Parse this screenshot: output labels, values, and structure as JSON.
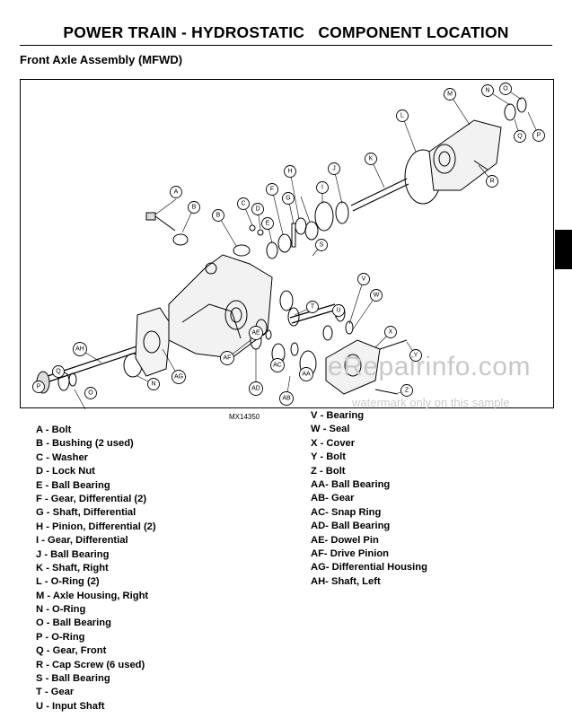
{
  "header": {
    "title": "POWER TRAIN - HYDROSTATIC   COMPONENT LOCATION",
    "subtitle": "Front Axle Assembly (MFWD)"
  },
  "figure": {
    "id": "MX14350",
    "callouts": [
      {
        "label": "A"
      },
      {
        "label": "B"
      },
      {
        "label": "B"
      },
      {
        "label": "C"
      },
      {
        "label": "D"
      },
      {
        "label": "E"
      },
      {
        "label": "F"
      },
      {
        "label": "G"
      },
      {
        "label": "H"
      },
      {
        "label": "I"
      },
      {
        "label": "J"
      },
      {
        "label": "K"
      },
      {
        "label": "L"
      },
      {
        "label": "M"
      },
      {
        "label": "N"
      },
      {
        "label": "O"
      },
      {
        "label": "P"
      },
      {
        "label": "Q"
      },
      {
        "label": "R"
      },
      {
        "label": "S"
      },
      {
        "label": "T"
      },
      {
        "label": "U"
      },
      {
        "label": "V"
      },
      {
        "label": "W"
      },
      {
        "label": "X"
      },
      {
        "label": "Y"
      },
      {
        "label": "Z"
      },
      {
        "label": "AA"
      },
      {
        "label": "AB"
      },
      {
        "label": "AC"
      },
      {
        "label": "AD"
      },
      {
        "label": "AE"
      },
      {
        "label": "AF"
      },
      {
        "label": "AG"
      },
      {
        "label": "AH"
      },
      {
        "label": "Q"
      },
      {
        "label": "P"
      },
      {
        "label": "O"
      },
      {
        "label": "N"
      }
    ]
  },
  "legend": {
    "left": [
      "A - Bolt",
      "B - Bushing (2 used)",
      "C - Washer",
      "D - Lock Nut",
      "E - Ball Bearing",
      "F - Gear, Differential (2)",
      "G - Shaft, Differential",
      "H - Pinion, Differential (2)",
      "I  - Gear, Differential",
      "J - Ball Bearing",
      "K - Shaft, Right",
      "L - O-Ring (2)",
      "M - Axle Housing, Right",
      "N - O-Ring",
      "O - Ball Bearing",
      "P - O-Ring",
      "Q - Gear, Front",
      "R - Cap Screw (6 used)",
      "S - Ball Bearing",
      "T - Gear",
      "U - Input Shaft"
    ],
    "right": [
      "V - Bearing",
      "W - Seal",
      "X - Cover",
      "Y - Bolt",
      "Z - Bolt",
      "AA- Ball Bearing",
      "AB- Gear",
      "AC- Snap Ring",
      "AD- Ball Bearing",
      "AE- Dowel Pin",
      "AF- Drive Pinion",
      "AG- Differential Housing",
      "AH- Shaft, Left"
    ]
  },
  "watermark": {
    "main": "eRepairinfo.com",
    "sub": "watermark only on this sample"
  }
}
